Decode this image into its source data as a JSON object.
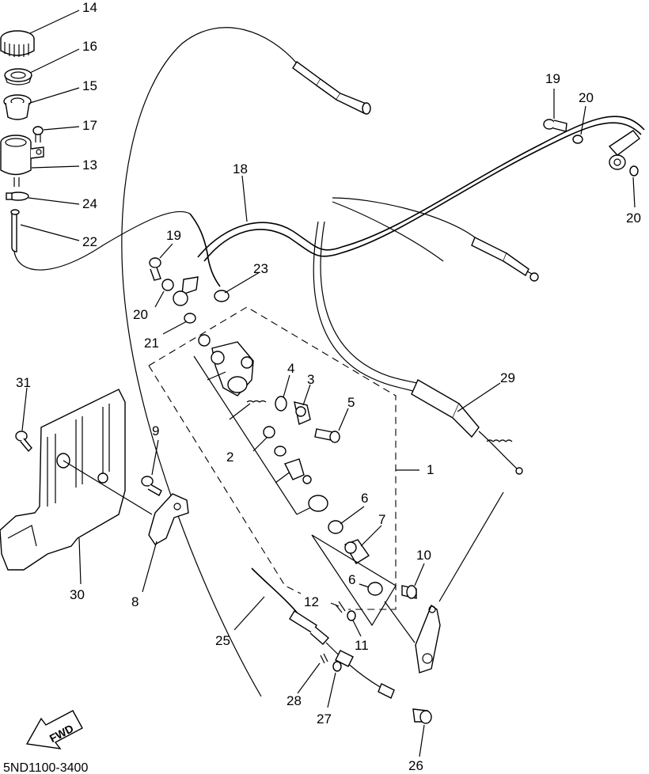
{
  "diagram_code": "5ND1100-3400",
  "fwd_label": "FWD",
  "callouts": {
    "c1": "1",
    "c2": "2",
    "c3": "3",
    "c4": "4",
    "c5": "5",
    "c6a": "6",
    "c6b": "6",
    "c7": "7",
    "c8": "8",
    "c9": "9",
    "c10": "10",
    "c11": "11",
    "c12": "12",
    "c13": "13",
    "c14": "14",
    "c15": "15",
    "c16": "16",
    "c17": "17",
    "c18": "18",
    "c19a": "19",
    "c19b": "19",
    "c20a": "20",
    "c20b": "20",
    "c20c": "20",
    "c21": "21",
    "c22": "22",
    "c23": "23",
    "c24": "24",
    "c25": "25",
    "c26": "26",
    "c27": "27",
    "c28": "28",
    "c29": "29",
    "c30": "30",
    "c31": "31"
  }
}
